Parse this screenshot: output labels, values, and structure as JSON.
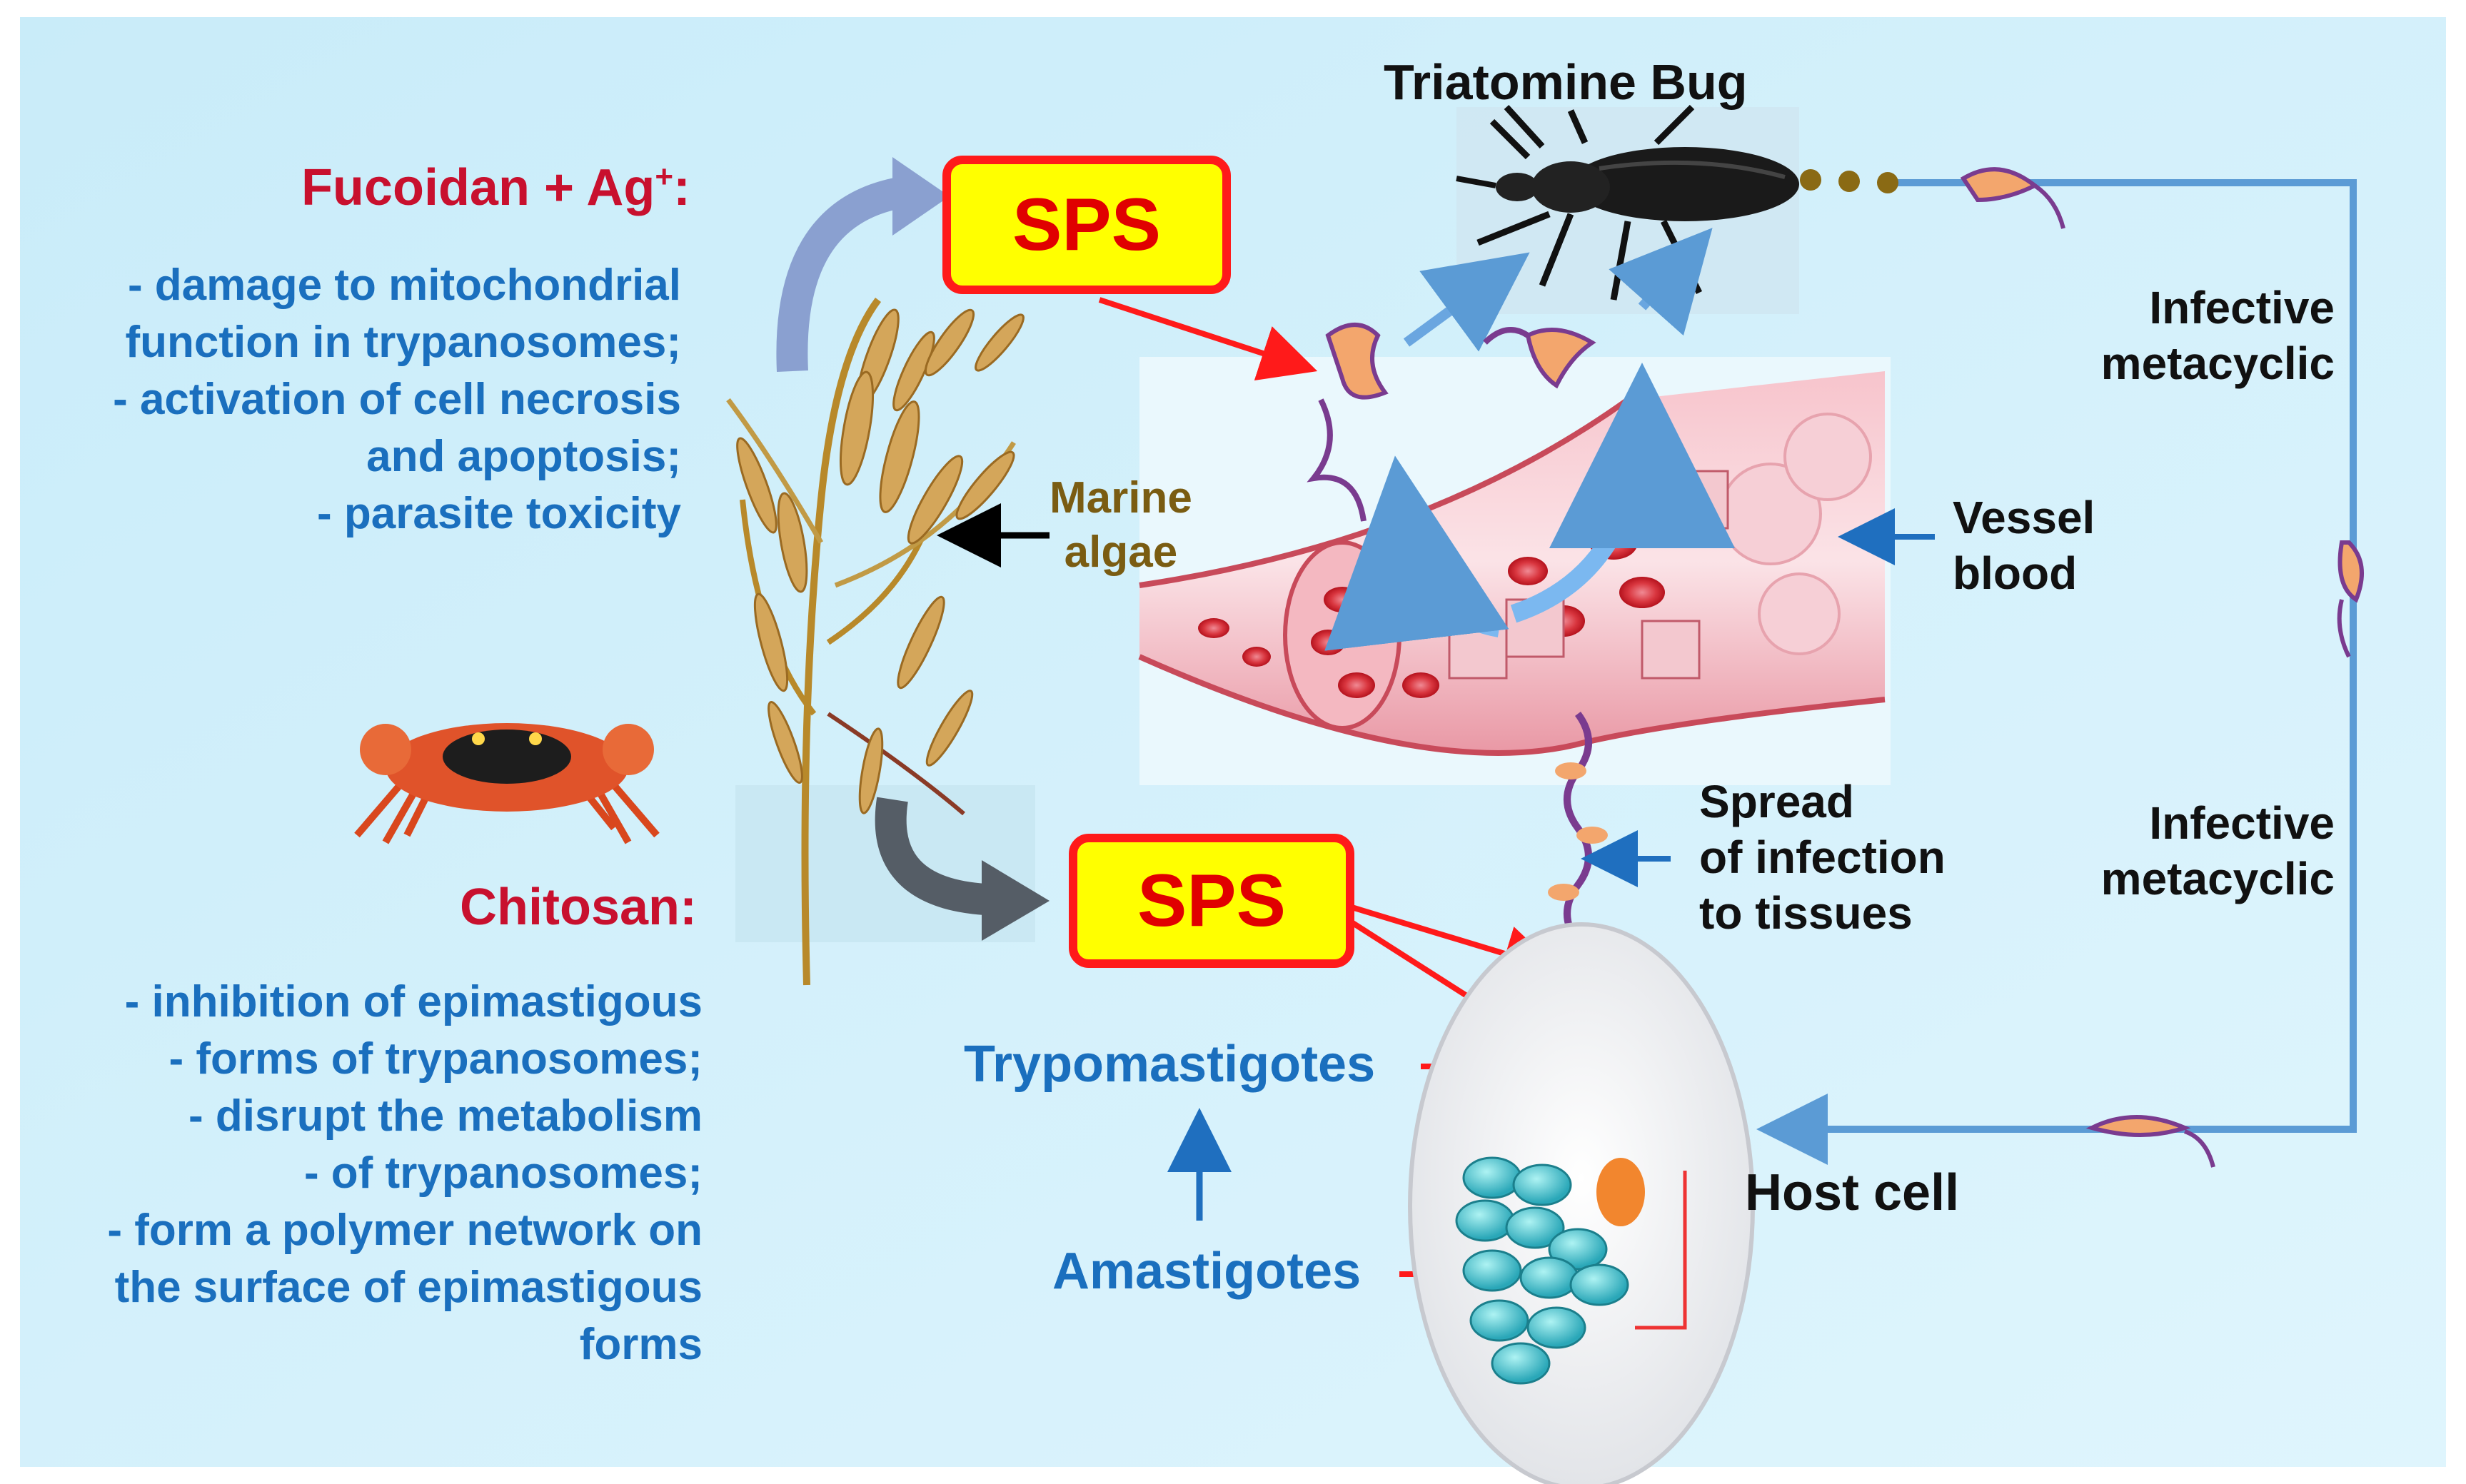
{
  "fucoidan": {
    "title": "Fucoidan + Ag",
    "title_sup": "+",
    "title_suffix": ":",
    "effects": [
      "-  damage to mitochondrial",
      "function in trypanosomes;",
      "-  activation of cell necrosis",
      "and apoptosis;",
      "- parasite toxicity"
    ]
  },
  "chitosan": {
    "title": "Chitosan:",
    "effects": [
      "-  inhibition of epimastigous",
      "-  forms of trypanosomes;",
      "-  disrupt the metabolism",
      "-  of trypanosomes;",
      "- form a polymer network on",
      "the surface of epimastigous",
      "forms"
    ]
  },
  "sps_top": "SPS",
  "sps_bottom": "SPS",
  "marine_algae": [
    "Marine",
    "algae"
  ],
  "triatomine_bug": "Triatomine Bug",
  "infective_top": [
    "Infective",
    "metacyclic"
  ],
  "infective_bottom": [
    "Infective",
    "metacyclic"
  ],
  "vessel_blood": [
    "Vessel",
    "blood"
  ],
  "spread": [
    "Spread",
    "of infection",
    "to tissues"
  ],
  "trypomastigotes": "Trypomastigotes",
  "amastigotes": "Amastigotes",
  "host_cell": "Host cell",
  "colors": {
    "background": "#d2f0fb",
    "accent_red": "#c8102e",
    "text_blue": "#1a6fbe",
    "sps_fill": "#ffff00",
    "sps_border": "#ff1a1a",
    "cycle_line": "#5b9bd5"
  }
}
